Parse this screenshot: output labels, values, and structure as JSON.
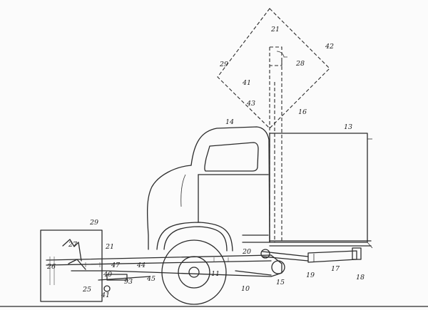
{
  "labels": {
    "l10": "10",
    "l11": "11",
    "l13": "13",
    "l14": "14",
    "l15": "15",
    "l16": "16",
    "l17": "17",
    "l18": "18",
    "l19": "19",
    "l20": "20",
    "l21_top": "21",
    "l21_low": "21",
    "l25": "25",
    "l26": "26",
    "l27": "27",
    "l28": "28",
    "l29_top": "29",
    "l29_low": "29",
    "l40": "40",
    "l41": "41",
    "l41b": "41",
    "l42": "42",
    "l43": "43",
    "l44": "44",
    "l45": "45",
    "l47": "47",
    "l93": "93"
  }
}
